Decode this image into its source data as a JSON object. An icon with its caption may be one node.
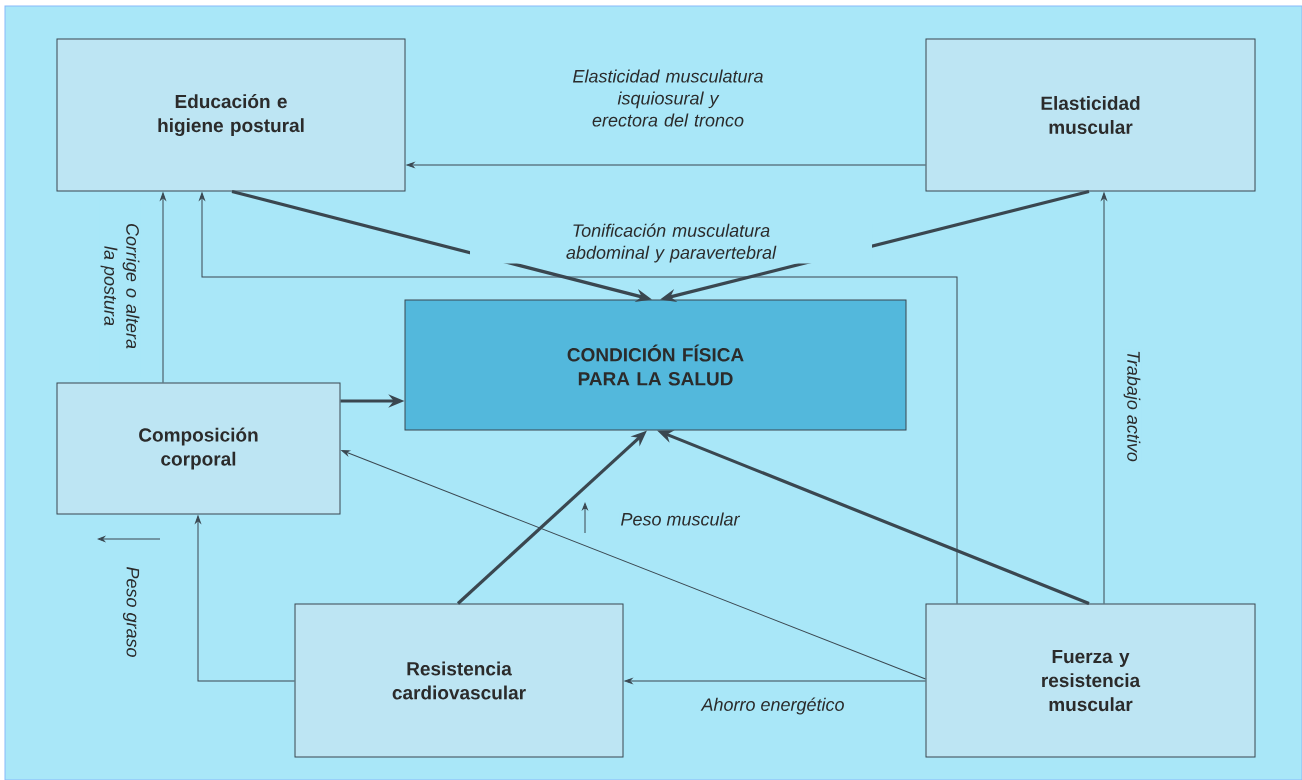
{
  "diagram": {
    "nodes": [
      {
        "text": [
          "Educación e higiene postural"
        ]
      },
      {
        "text": [
          "Elasticidad muscular"
        ]
      },
      {
        "text": [
          "CONDICIÓN FÍSICA PARA LA SALUD"
        ]
      },
      {
        "text": [
          "Composición corporal"
        ]
      },
      {
        "text": [
          "Resistencia cardiovascular"
        ]
      },
      {
        "text": [
          "Fuerza y resistencia muscular"
        ]
      }
    ],
    "edges": [
      {
        "from": 1,
        "to": 0,
        "arrow": "to",
        "label": "Elasticidad musculatura isquiosural y erectora del tronco"
      },
      {
        "from": 0,
        "to": 2,
        "arrow": "to",
        "style": "thick"
      },
      {
        "from": 1,
        "to": 2,
        "arrow": "to",
        "style": "thick"
      },
      {
        "from": 5,
        "to": 0,
        "arrow": "to",
        "label": "Tonificación musculatura abdominal y paravertebral"
      },
      {
        "from": 3,
        "to": 0,
        "arrow": "to",
        "label": "Corrige o altera la postura"
      },
      {
        "from": 3,
        "to": 2,
        "arrow": "to",
        "style": "thick"
      },
      {
        "from": 4,
        "to": 2,
        "arrow": "to",
        "style": "thick"
      },
      {
        "from": 5,
        "to": 2,
        "arrow": "to",
        "style": "thick"
      },
      {
        "from": 5,
        "to": 1,
        "arrow": "to",
        "label": "Trabajo activo"
      },
      {
        "from": 5,
        "to": 3,
        "arrow": "to",
        "label": "Peso muscular"
      },
      {
        "from": 5,
        "to": 4,
        "arrow": "to",
        "label": "Ahorro energético"
      },
      {
        "from": 4,
        "to": 3,
        "arrow": "to",
        "label": "Peso graso"
      }
    ]
  }
}
